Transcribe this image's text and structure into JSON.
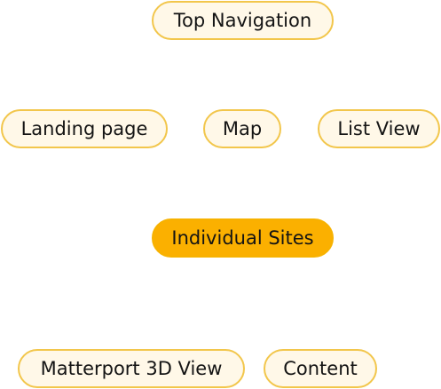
{
  "nodes": {
    "top_navigation": "Top Navigation",
    "landing_page": "Landing page",
    "map": "Map",
    "list_view": "List View",
    "individual_sites": "Individual Sites",
    "matterport_3d_view": "Matterport 3D View",
    "content": "Content"
  },
  "colors": {
    "node_fill": "#fff8e8",
    "node_border": "#f2c64b",
    "highlight_fill": "#fbb000",
    "text": "#141414"
  }
}
